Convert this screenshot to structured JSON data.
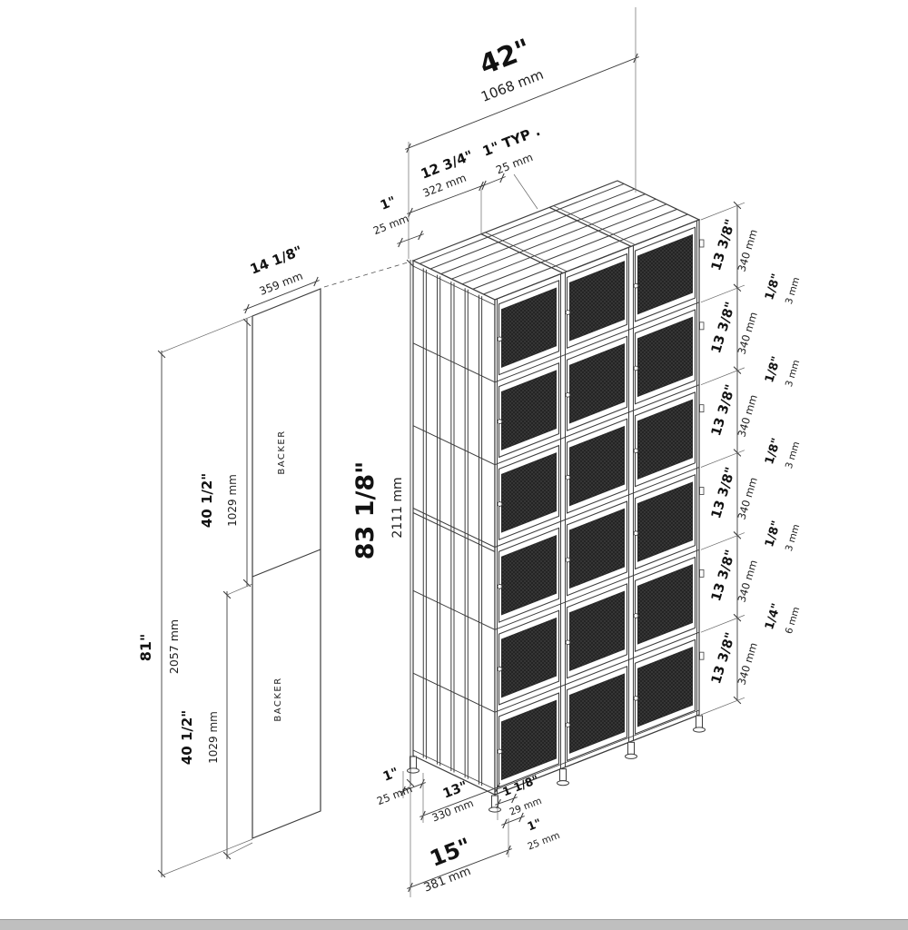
{
  "drawing": {
    "top": {
      "overall_width": {
        "in": "42\"",
        "mm": "1068 mm"
      },
      "inset": {
        "in": "12 3/4\"",
        "mm": "322 mm"
      },
      "typ": {
        "in": "1\" TYP .",
        "mm": "25 mm"
      },
      "frame": {
        "in": "1\"",
        "mm": "25 mm"
      }
    },
    "left": {
      "backer_width": {
        "in": "14 1/8\"",
        "mm": "359 mm"
      },
      "overall_height": {
        "in": "83 1/8\"",
        "mm": "2111 mm"
      },
      "backer_height": {
        "in": "81\"",
        "mm": "2057 mm"
      },
      "backer_upper": {
        "in": "40 1/2\"",
        "mm": "1029 mm"
      },
      "backer_lower": {
        "in": "40 1/2\"",
        "mm": "1029 mm"
      },
      "backer_label_upper": "BACKER",
      "backer_label_lower": "BACKER"
    },
    "right": {
      "rows": [
        {
          "in": "13 3/8\"",
          "mm": "340 mm"
        },
        {
          "in": "13 3/8\"",
          "mm": "340 mm"
        },
        {
          "in": "13 3/8\"",
          "mm": "340 mm"
        },
        {
          "in": "13 3/8\"",
          "mm": "340 mm"
        },
        {
          "in": "13 3/8\"",
          "mm": "340 mm"
        },
        {
          "in": "13 3/8\"",
          "mm": "340 mm"
        }
      ],
      "gaps": [
        {
          "in": "1/8\"",
          "mm": "3 mm"
        },
        {
          "in": "1/8\"",
          "mm": "3 mm"
        },
        {
          "in": "1/8\"",
          "mm": "3 mm"
        },
        {
          "in": "1/8\"",
          "mm": "3 mm"
        },
        {
          "in": "1/4\"",
          "mm": "6 mm"
        }
      ]
    },
    "bottom": {
      "frame_left": {
        "in": "1\"",
        "mm": "25 mm"
      },
      "interior_depth": {
        "in": "13\"",
        "mm": "330 mm"
      },
      "leveler_height": {
        "in": "1 1/8\"",
        "mm": "29 mm"
      },
      "frame_right": {
        "in": "1\"",
        "mm": "25 mm"
      },
      "overall_depth": {
        "in": "15\"",
        "mm": "381 mm"
      }
    }
  },
  "colors": {
    "line": "#3d3d3d",
    "ext_line": "#6a6a6a",
    "mesh_dark": "#3a3a3a",
    "mesh_hatch": "#1f1f1f",
    "bottom_bar": "#bfbfbf"
  }
}
